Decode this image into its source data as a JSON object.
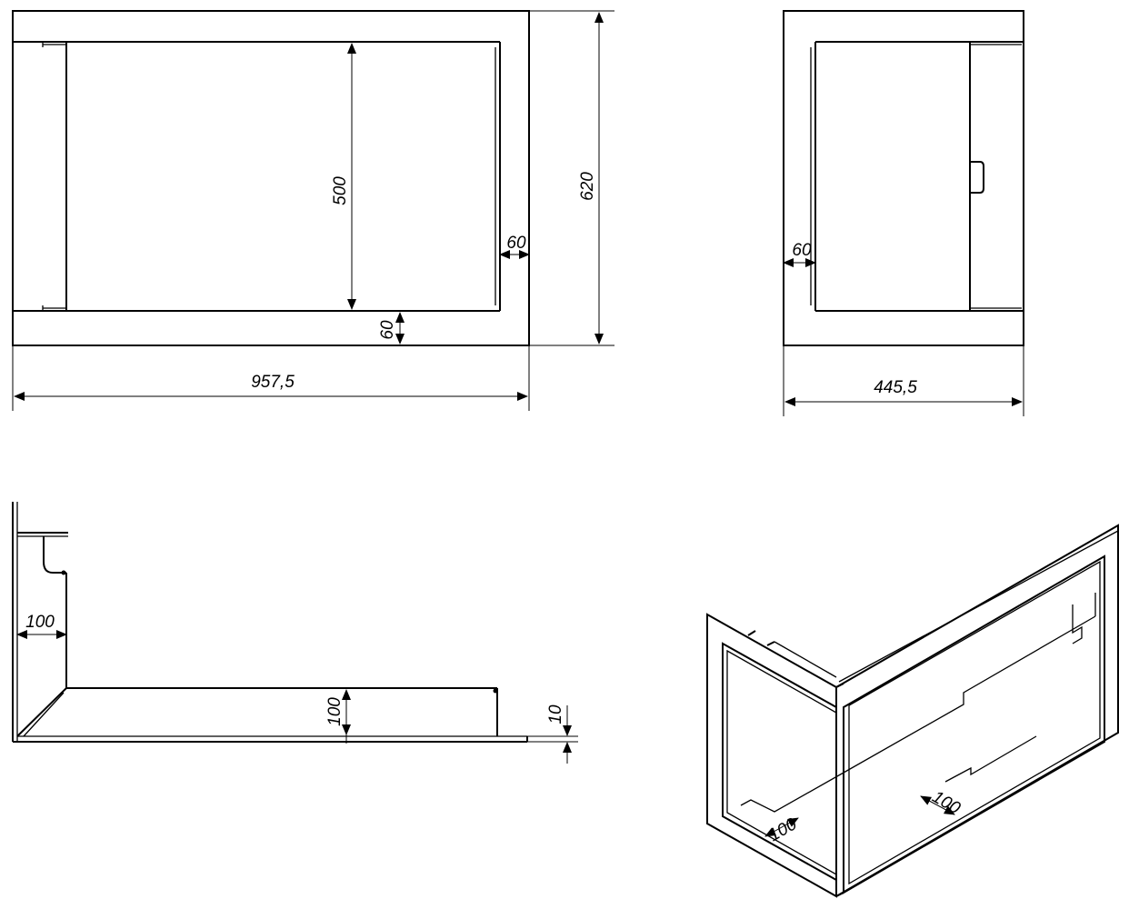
{
  "front_view": {
    "width": "957,5",
    "height": "620",
    "opening_height": "500",
    "frame_right": "60",
    "frame_bottom": "60"
  },
  "side_view": {
    "depth": "445,5",
    "frame_left": "60"
  },
  "top_view": {
    "return_width": "100",
    "front_width": "100",
    "thickness": "10"
  },
  "iso_view": {
    "left_width": "100",
    "right_width": "100"
  }
}
